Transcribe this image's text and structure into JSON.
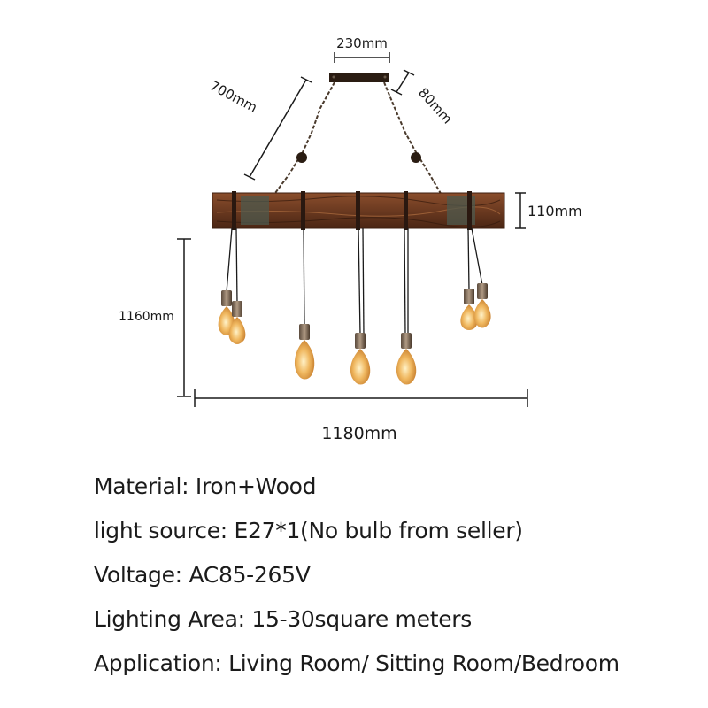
{
  "dimensions": {
    "canopy_width": "230mm",
    "chain_length": "700mm",
    "canopy_depth": "80mm",
    "beam_height": "110mm",
    "total_height": "1160mm",
    "total_width": "1180mm"
  },
  "specs": [
    "Material: Iron+Wood",
    "light source: E27*1(No bulb from seller)",
    "Voltage: AC85-265V",
    "Lighting Area: 15-30square meters",
    "Application: Living Room/ Sitting Room/Bedroom"
  ],
  "colors": {
    "wood": "#6b3a20",
    "wood_dark": "#3e1f10",
    "bulb": "#e8a24a",
    "metal": "#7a6a5a",
    "line": "#1a1a1a"
  }
}
